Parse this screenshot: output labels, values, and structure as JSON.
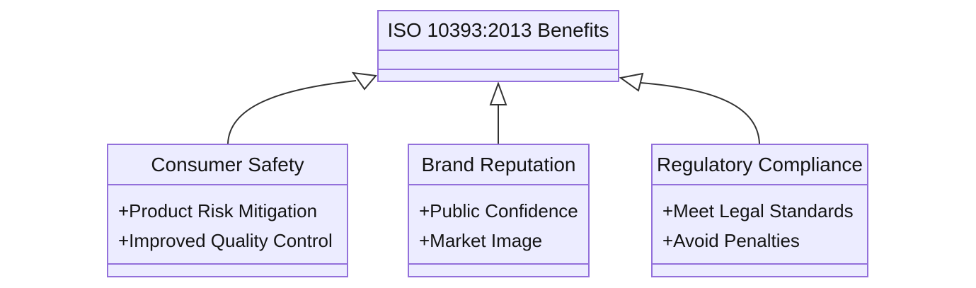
{
  "diagram": {
    "type": "uml-class-diagram",
    "background": "#ffffff",
    "colors": {
      "node_fill": "#ECECFF",
      "node_border": "#9370DB",
      "edge_stroke": "#333333",
      "text": "#141414"
    },
    "classes": [
      {
        "id": "benefits",
        "name": "ISO 10393:2013 Benefits",
        "attributes": [],
        "methods": []
      },
      {
        "id": "consumer-safety",
        "name": "Consumer Safety",
        "attributes": [
          "+Product Risk Mitigation",
          "+Improved Quality Control"
        ],
        "methods": []
      },
      {
        "id": "brand-reputation",
        "name": "Brand Reputation",
        "attributes": [
          "+Public Confidence",
          "+Market Image"
        ],
        "methods": []
      },
      {
        "id": "regulatory-compliance",
        "name": "Regulatory Compliance",
        "attributes": [
          "+Meet Legal Standards",
          "+Avoid Penalties"
        ],
        "methods": []
      }
    ],
    "relationships": [
      {
        "from": "Consumer Safety",
        "to": "ISO 10393:2013 Benefits",
        "type": "inheritance"
      },
      {
        "from": "Brand Reputation",
        "to": "ISO 10393:2013 Benefits",
        "type": "inheritance"
      },
      {
        "from": "Regulatory Compliance",
        "to": "ISO 10393:2013 Benefits",
        "type": "inheritance"
      }
    ]
  }
}
